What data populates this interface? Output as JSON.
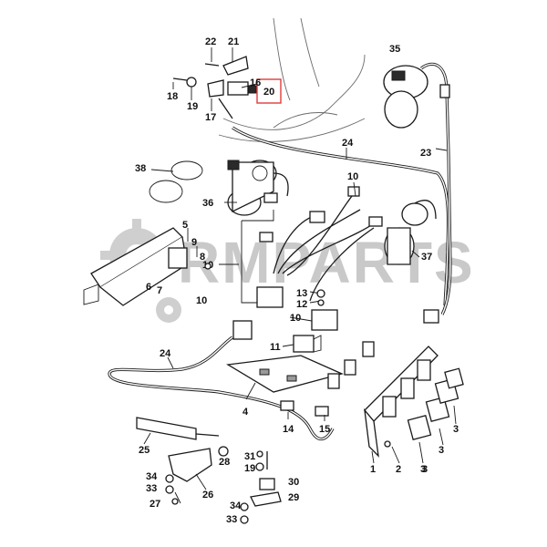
{
  "watermark": {
    "text": "RMPARTS",
    "color": "#c9c9c9"
  },
  "highlight": {
    "label": "20",
    "color": "#e23b3b"
  },
  "callouts": {
    "c1": "1",
    "c2": "2",
    "c3a": "3",
    "c3b": "3",
    "c3c": "3",
    "c3d": "3",
    "c4": "4",
    "c5": "5",
    "c6": "6",
    "c7": "7",
    "c8": "8",
    "c9": "9",
    "c10a": "10",
    "c10b": "10",
    "c10c": "10",
    "c10d": "10",
    "c11": "11",
    "c12": "12",
    "c13": "13",
    "c14": "14",
    "c15": "15",
    "c16": "16",
    "c17": "17",
    "c18": "18",
    "c19a": "19",
    "c19b": "19",
    "c20": "20",
    "c21": "21",
    "c22": "22",
    "c23": "23",
    "c24a": "24",
    "c24b": "24",
    "c25": "25",
    "c26": "26",
    "c27": "27",
    "c28": "28",
    "c29": "29",
    "c30": "30",
    "c31": "31",
    "c33a": "33",
    "c33b": "33",
    "c34a": "34",
    "c34b": "34",
    "c35": "35",
    "c36": "36",
    "c37": "37",
    "c38": "38"
  }
}
